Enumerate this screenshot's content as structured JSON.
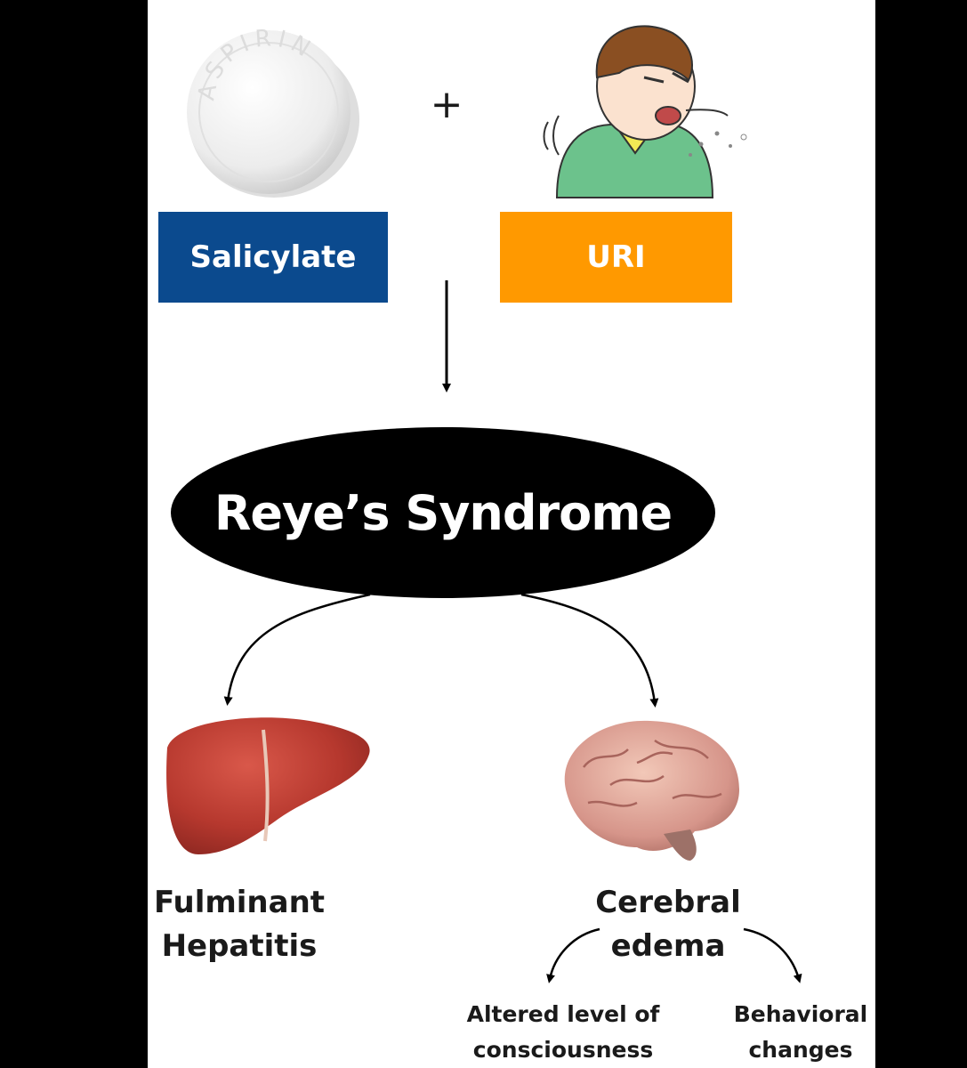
{
  "pill_text": "ASPIRIN",
  "plus_sign": "+",
  "salicylate_box": {
    "label": "Salicylate",
    "color": "#0b4a8e"
  },
  "uri_box": {
    "label": "URI",
    "color": "#ff9900"
  },
  "center_node": {
    "label": "Reye’s Syndrome",
    "color": "#000000"
  },
  "outcomes": {
    "liver": {
      "line1": "Fulminant",
      "line2": "Hepatitis"
    },
    "brain": {
      "line1": "Cerebral",
      "line2": "edema"
    }
  },
  "sub_outcomes": {
    "left": {
      "line1": "Altered level of",
      "line2": "consciousness"
    },
    "right": {
      "line1": "Behavioral",
      "line2": "changes"
    }
  }
}
